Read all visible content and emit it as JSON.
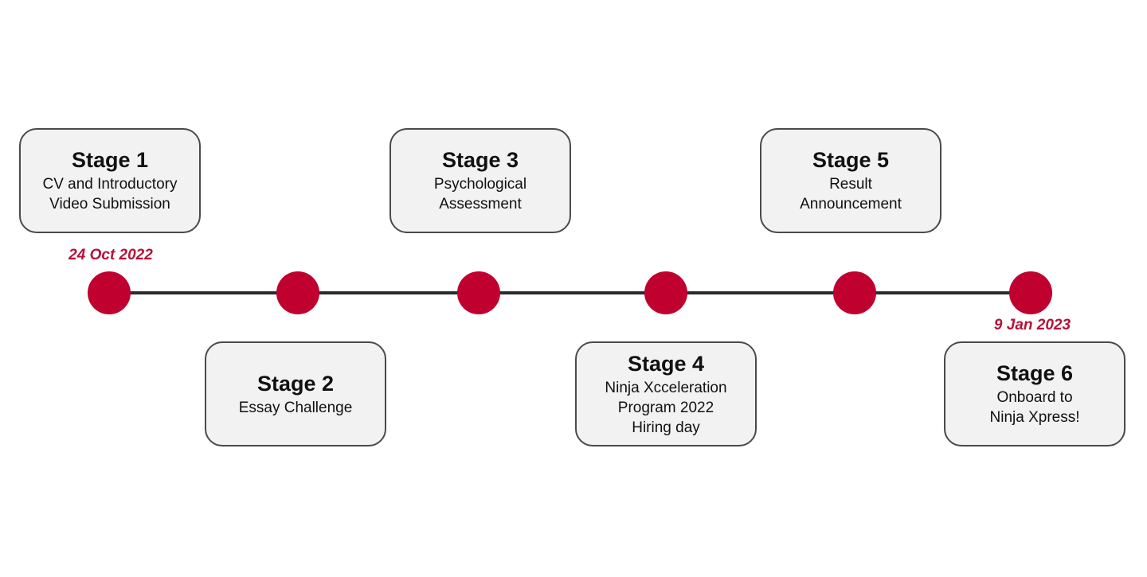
{
  "stages": [
    {
      "title": "Stage 1",
      "desc": "CV and Introductory\nVideo Submission"
    },
    {
      "title": "Stage 2",
      "desc": "Essay Challenge"
    },
    {
      "title": "Stage 3",
      "desc": "Psychological\nAssessment"
    },
    {
      "title": "Stage 4",
      "desc": "Ninja Xcceleration\nProgram 2022\nHiring day"
    },
    {
      "title": "Stage 5",
      "desc": "Result\nAnnouncement"
    },
    {
      "title": "Stage 6",
      "desc": "Onboard to\nNinja Xpress!"
    }
  ],
  "dates": {
    "start": "24 Oct 2022",
    "end": "9 Jan 2023"
  },
  "colors": {
    "accent": "#c0002f",
    "date_text": "#b5123a",
    "line": "#2b2b2b",
    "card_fill": "#f2f2f2",
    "card_border": "#4a4a4a"
  }
}
